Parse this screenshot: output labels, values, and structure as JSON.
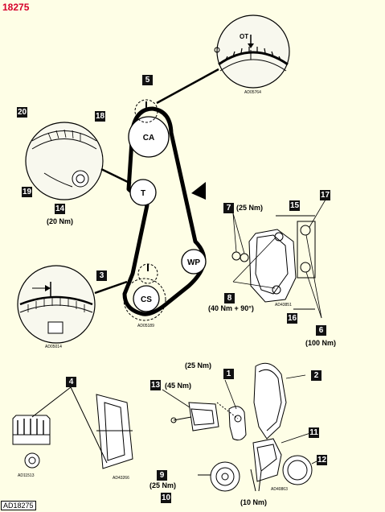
{
  "figure_id": "18275",
  "doc_ref": "AD18275",
  "pulleys": {
    "ca": "CA",
    "t": "T",
    "wp": "WP",
    "cs": "CS"
  },
  "ot_mark": "OT",
  "callouts": {
    "n1": "1",
    "n2": "2",
    "n3": "3",
    "n4": "4",
    "n5": "5",
    "n6": "6",
    "n7": "7",
    "n8": "8",
    "n9": "9",
    "n10": "10",
    "n11": "11",
    "n12": "12",
    "n13": "13",
    "n14": "14",
    "n15": "15",
    "n16": "16",
    "n17": "17",
    "n18": "18",
    "n19": "19",
    "n20": "20"
  },
  "torques": {
    "t14": "(20 Nm)",
    "t7": "(25 Nm)",
    "t8": "(40 Nm + 90°)",
    "t6": "(100 Nm)",
    "t1": "(25 Nm)",
    "t13": "(45 Nm)",
    "t9": "(25 Nm)",
    "t10": "(10 Nm)"
  },
  "image_codes": {
    "ot_detail": "AD05764",
    "main": "AD05189",
    "tensioner_detail": "AD05014",
    "bracket": "AD43851",
    "gear_detail": "AD11513",
    "lock_detail": "AD43266",
    "covers": "AD40863"
  }
}
